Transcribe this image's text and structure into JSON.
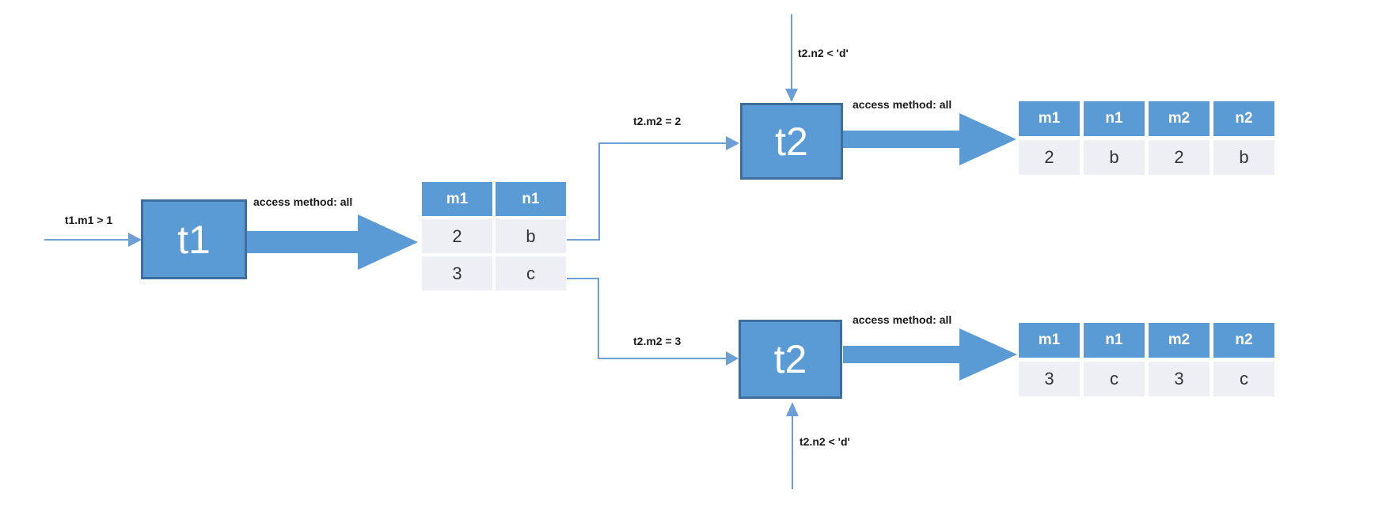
{
  "nodes": {
    "t1": {
      "label": "t1"
    },
    "t2_top": {
      "label": "t2"
    },
    "t2_bottom": {
      "label": "t2"
    }
  },
  "labels": {
    "t1_condition": "t1.m1 > 1",
    "access_method_t1": "access method: all",
    "access_method_t2_top": "access method: all",
    "access_method_t2_bottom": "access method: all",
    "join_condition_top": "t2.m2 = 2",
    "join_condition_bottom": "t2.m2 = 3",
    "filter_condition_top": "t2.n2 < 'd'",
    "filter_condition_bottom": "t2.n2 < 'd'"
  },
  "tables": {
    "t1_result": {
      "headers": [
        "m1",
        "n1"
      ],
      "rows": [
        [
          "2",
          "b"
        ],
        [
          "3",
          "c"
        ]
      ]
    },
    "join_top": {
      "headers": [
        "m1",
        "n1",
        "m2",
        "n2"
      ],
      "rows": [
        [
          "2",
          "b",
          "2",
          "b"
        ]
      ]
    },
    "join_bottom": {
      "headers": [
        "m1",
        "n1",
        "m2",
        "n2"
      ],
      "rows": [
        [
          "3",
          "c",
          "3",
          "c"
        ]
      ]
    }
  },
  "colors": {
    "node_fill": "#5B9BD5",
    "node_border": "#3D6E9E",
    "header_bg": "#5B9BD5",
    "cell_bg": "#EDEFF4",
    "thin_connector": "#6C9FD6",
    "thick_arrow": "#5B9BD5"
  }
}
